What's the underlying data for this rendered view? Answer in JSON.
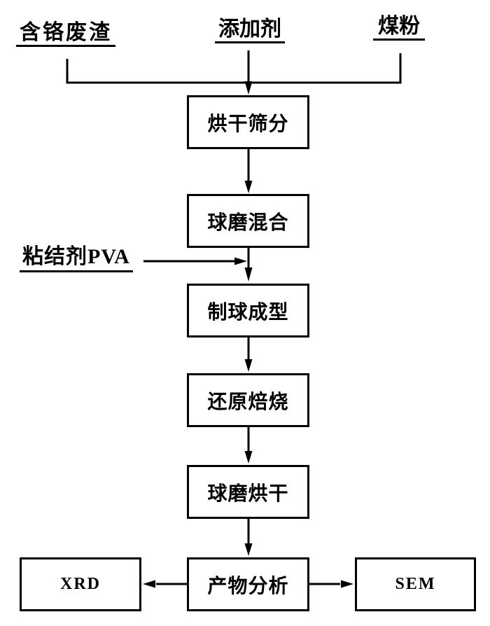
{
  "diagram": {
    "type": "flowchart",
    "colors": {
      "line": "#000000",
      "background": "#ffffff",
      "text": "#000000"
    },
    "inputs": [
      {
        "label": "含铬废渣"
      },
      {
        "label": "添加剂"
      },
      {
        "label": "煤粉"
      }
    ],
    "binder": {
      "label": "粘结剂PVA"
    },
    "steps": [
      {
        "label": "烘干筛分"
      },
      {
        "label": "球磨混合"
      },
      {
        "label": "制球成型"
      },
      {
        "label": "还原焙烧"
      },
      {
        "label": "球磨烘干"
      },
      {
        "label": "产物分析"
      }
    ],
    "outputs": [
      {
        "label": "XRD"
      },
      {
        "label": "SEM"
      }
    ]
  }
}
